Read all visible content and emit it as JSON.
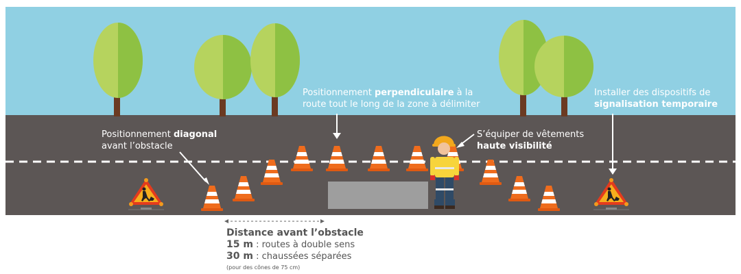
{
  "labels": {
    "perpendiculaire": {
      "pre": "Positionnement ",
      "bold": "perpendiculaire",
      "post": " à la",
      "line2": "route tout le long de la zone à délimiter"
    },
    "signalisation": {
      "line1": "Installer des dispositifs de",
      "bold": "signalisation temporaire"
    },
    "diagonal": {
      "pre": "Positionnement ",
      "bold": "diagonal",
      "line2": "avant l’obstacle"
    },
    "vetements": {
      "line1": "S’équiper de vêtements",
      "bold": "haute visibilité"
    }
  },
  "caption": {
    "title": "Distance avant l’obstacle",
    "line1_value": "15 m",
    "line1_text": " : routes à double sens",
    "line2_value": "30 m",
    "line2_text": " : chaussées séparées",
    "note": "(pour des cônes de 75 cm)"
  },
  "colors": {
    "sky": "#90d0e3",
    "road": "#5c5655",
    "cone": "#ef6c1d",
    "tree_light": "#b6d35e",
    "tree_dark": "#8ec143",
    "trunk": "#6b3a22",
    "gravel": "#9e9e9e"
  }
}
